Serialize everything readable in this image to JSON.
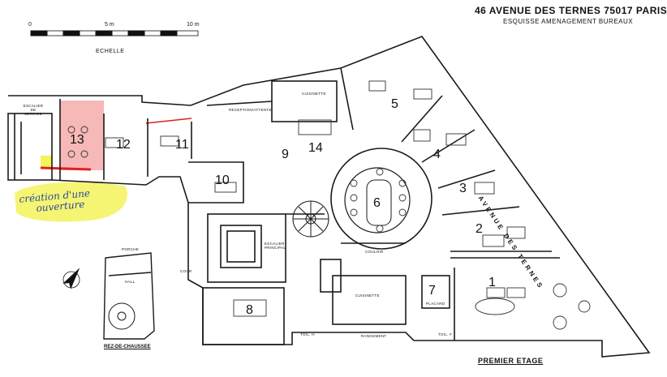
{
  "header": {
    "address": "46 AVENUE DES TERNES 75017 PARIS",
    "subtitle": "ESQUISSE AMENAGEMENT BUREAUX"
  },
  "scale": {
    "label": "ECHELLE",
    "ticks": [
      "0",
      "5 m",
      "10 m"
    ]
  },
  "floor_label": "PREMIER ETAGE",
  "ground_label": "REZ-DE-CHAUSSEE",
  "street_label": "AVENUE DES TERNES",
  "annotation": {
    "lines": [
      "création d'une",
      "ouverture"
    ]
  },
  "rooms": [
    "1",
    "2",
    "3",
    "4",
    "5",
    "6",
    "7",
    "8",
    "9",
    "10",
    "11",
    "12",
    "13",
    "14"
  ],
  "small_labels": {
    "escalier_service": "ESCALIER DE SERVICE",
    "escalier_principal": "ESCALIER PRINCIPAL",
    "couloir": "COULOIR",
    "cuisinette": "CUISINETTE",
    "cuisinette2": "CUISINETTE",
    "reception": "RECEPTION/ATTENTE",
    "cour": "COUR",
    "porche": "PORCHE",
    "hall": "HALL",
    "toil_h": "TOIL. H",
    "toil_f": "TOIL. F",
    "rangement": "RANGEMENT",
    "placard": "PLACARD"
  },
  "colors": {
    "highlight_red": "#f5a6a6",
    "highlight_yellow": "#f3f35a",
    "ink": "#1a1a1a",
    "red_line": "#e02020"
  },
  "icons": [
    "north-arrow-icon"
  ]
}
